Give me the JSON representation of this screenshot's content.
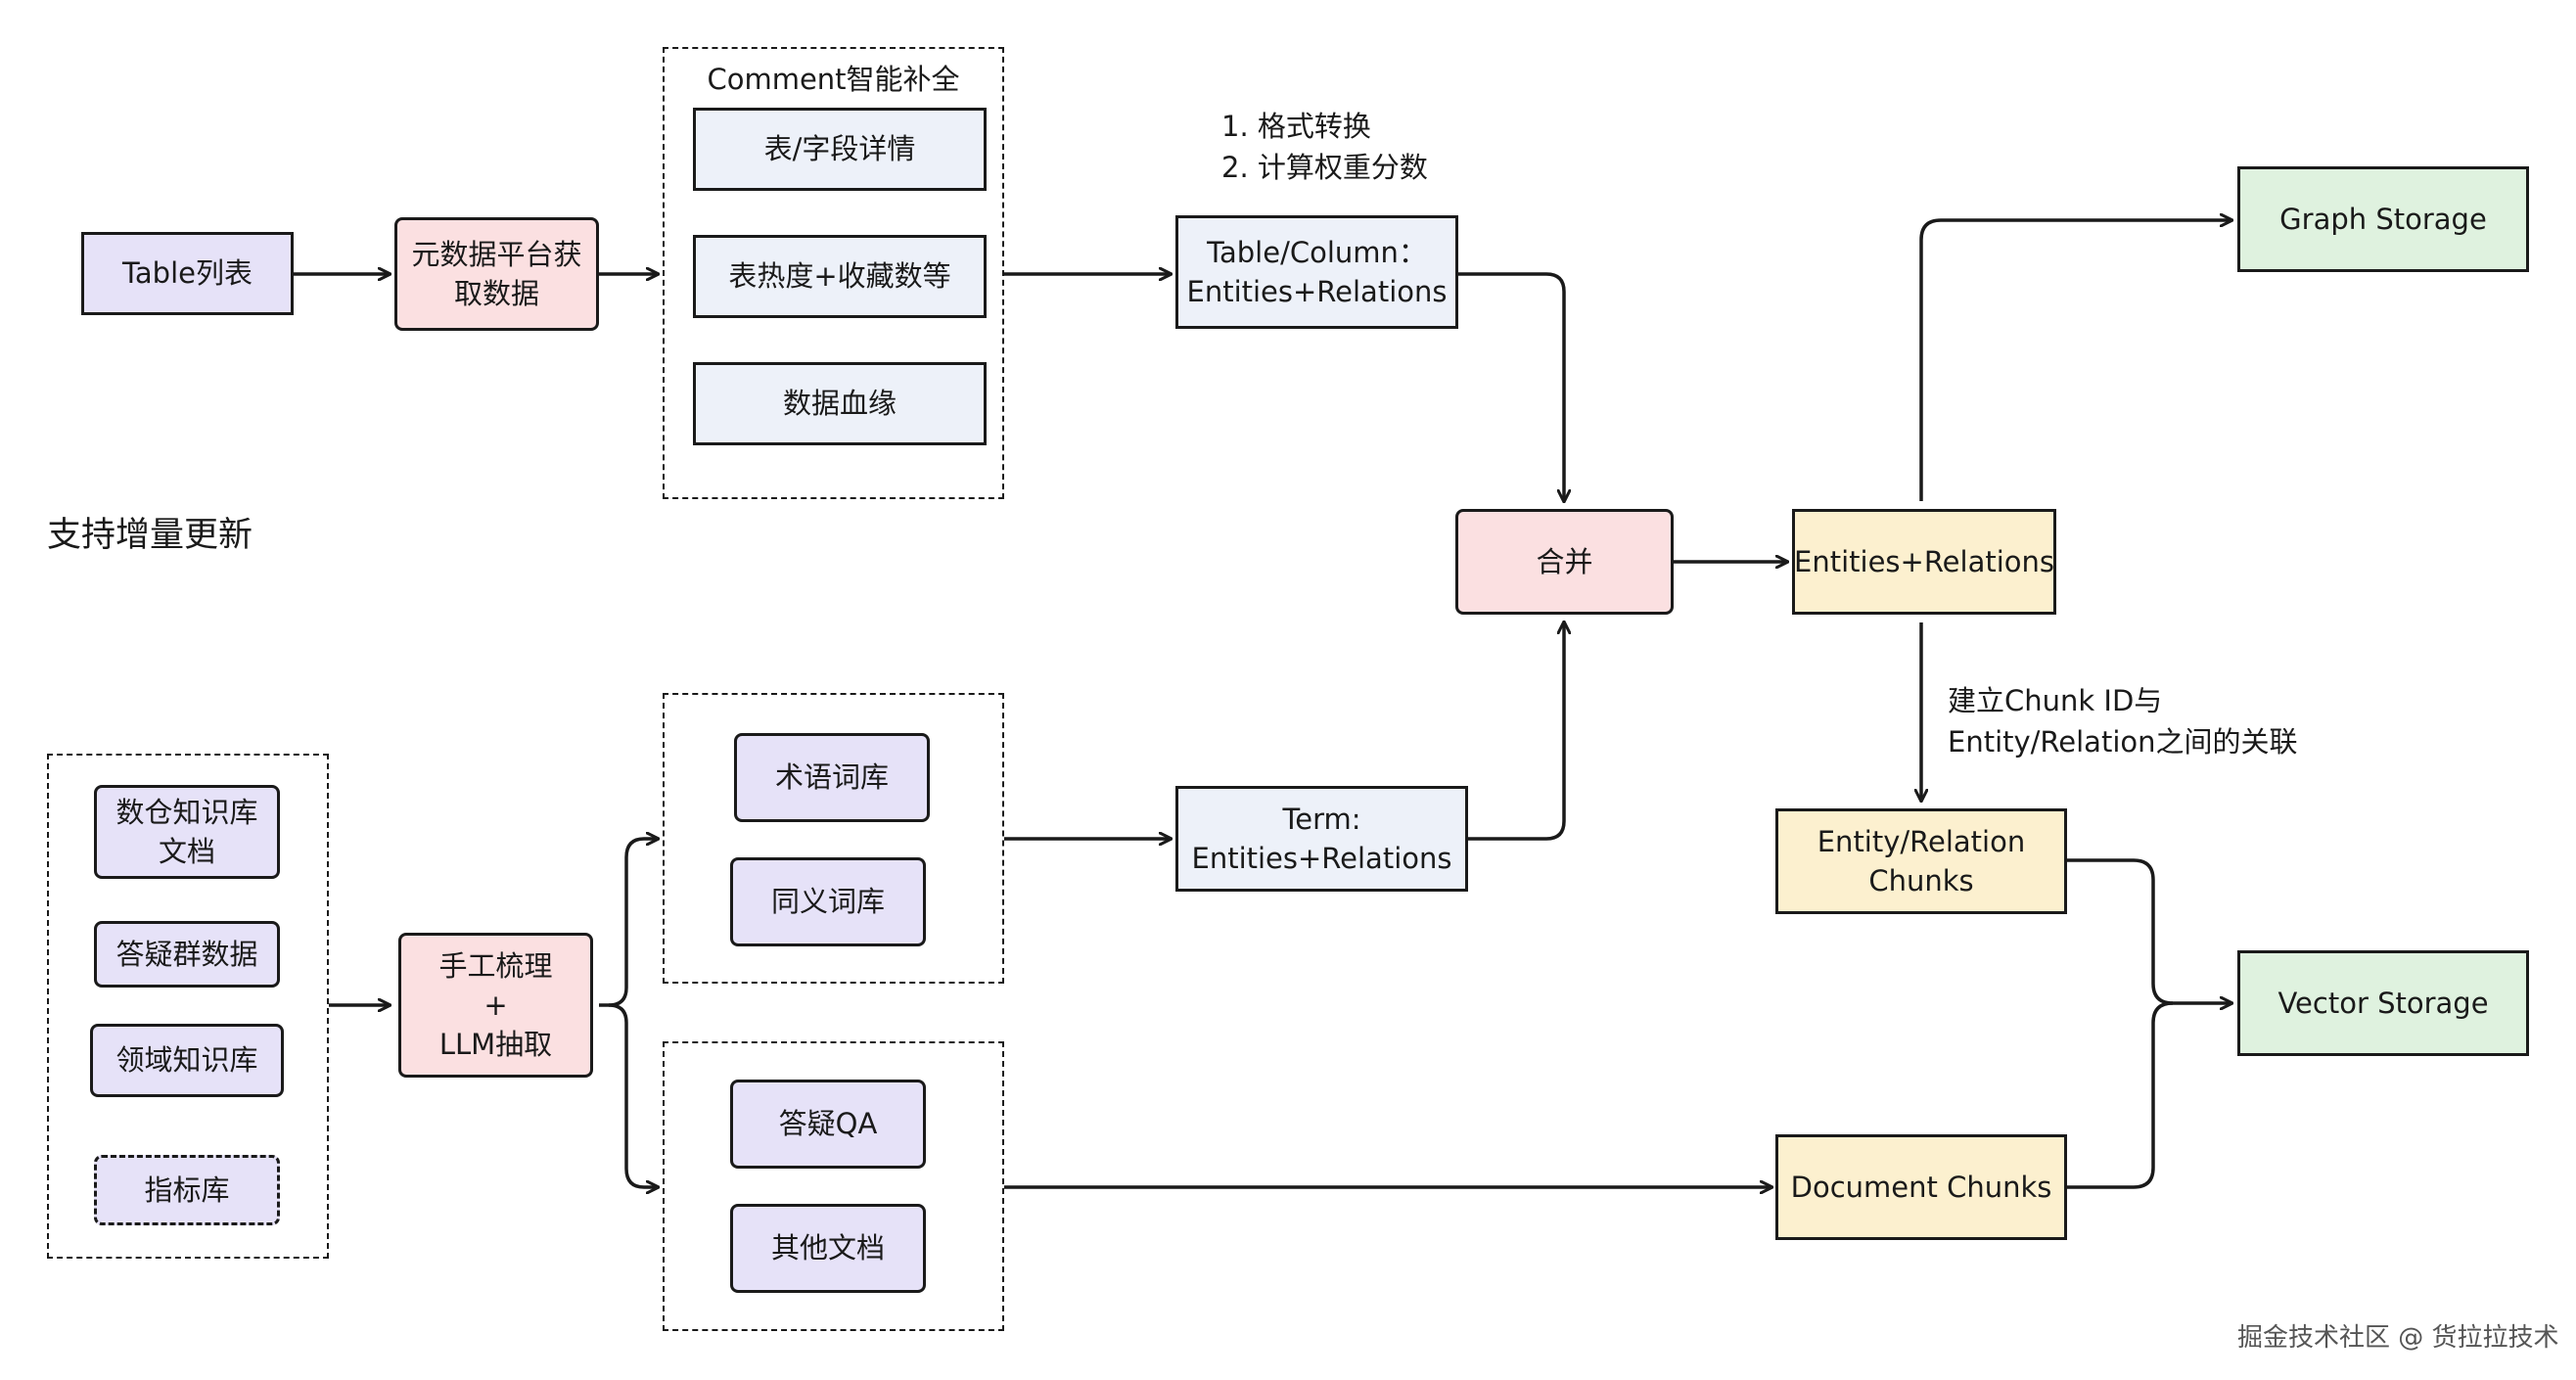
{
  "nodes": {
    "table_list": "Table列表",
    "metadata_platform": "元数据平台获\n取数据",
    "table_detail": "表/字段详情",
    "table_heat": "表热度+收藏数等",
    "data_lineage": "数据血缘",
    "table_column_er": "Table/Column：\nEntities+Relations",
    "merge": "合并",
    "entities_relations": "Entities+Relations",
    "graph_storage": "Graph Storage",
    "entity_relation_chunks": "Entity/Relation\nChunks",
    "vector_storage": "Vector Storage",
    "document_chunks": "Document Chunks",
    "dw_knowledge_docs": "数仓知识库\n文档",
    "qa_group_data": "答疑群数据",
    "domain_knowledge": "领域知识库",
    "metric_library": "指标库",
    "manual_llm": "手工梳理\n+\nLLM抽取",
    "term_library": "术语词库",
    "synonym_library": "同义词库",
    "term_er": "Term:\nEntities+Relations",
    "qa_pairs": "答疑QA",
    "other_docs": "其他文档"
  },
  "groups": {
    "comment_completion": "Comment智能补全"
  },
  "labels": {
    "format_steps": "1. 格式转换\n2. 计算权重分数",
    "incremental_update": "支持增量更新",
    "chunk_link": "建立Chunk ID与\nEntity/Relation之间的关联"
  },
  "footer": "掘金技术社区 @ 货拉拉技术"
}
